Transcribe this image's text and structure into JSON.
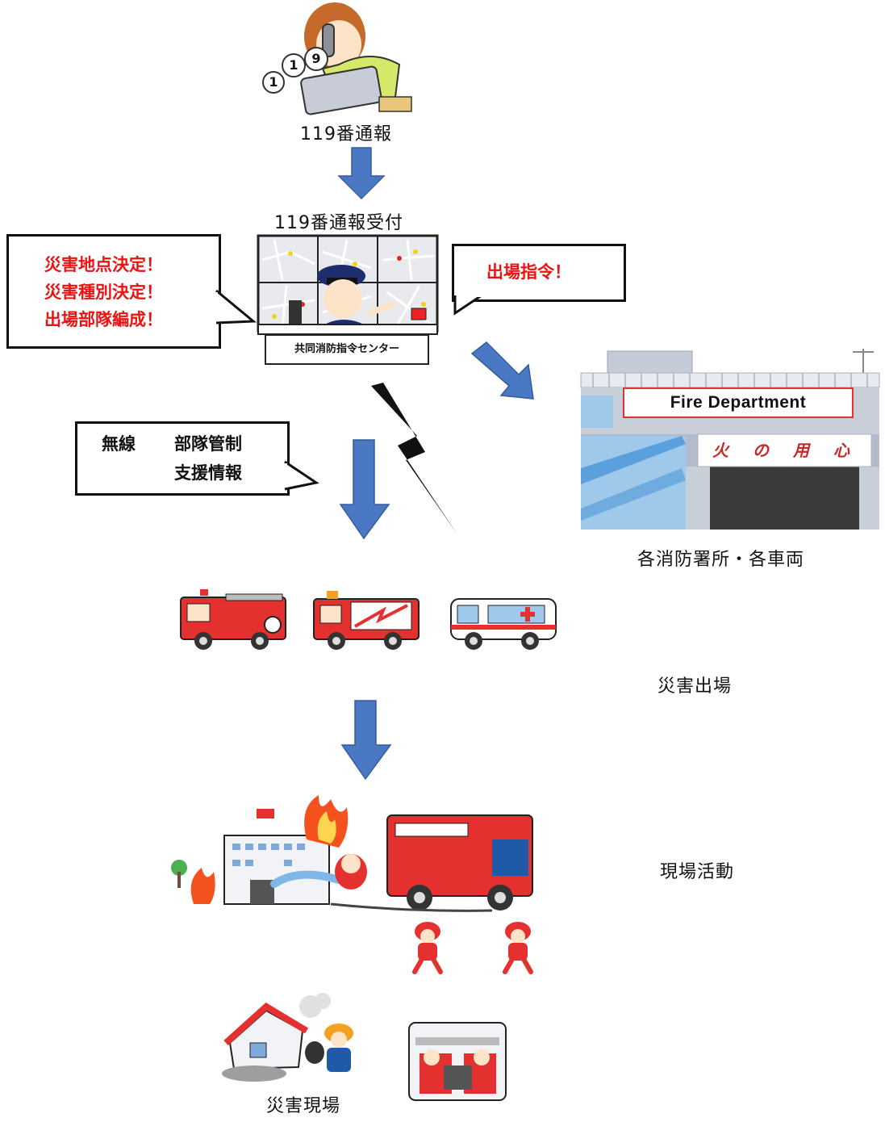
{
  "labels": {
    "call": "119番通報",
    "reception": "119番通報受付",
    "station": "各消防署所・各車両",
    "dispatch": "災害出場",
    "activity": "現場活動",
    "scene": "災害現場"
  },
  "bubbles": {
    "left_lines": [
      "災害地点決定！",
      "災害種別決定！",
      "出場部隊編成！"
    ],
    "right": "出場指令！",
    "radio_left": "無線",
    "radio_right_lines": [
      "部隊管制",
      "支援情報"
    ]
  },
  "building": {
    "sign": "Fire  Department",
    "banner": [
      "火",
      "の",
      "用",
      "心"
    ]
  },
  "center_plate": "共同消防指令センター",
  "phone_digits": [
    "1",
    "1",
    "9"
  ],
  "colors": {
    "arrow_blue": "#4a78c2",
    "alert_red": "#ee1111",
    "truck_red": "#e53030"
  }
}
